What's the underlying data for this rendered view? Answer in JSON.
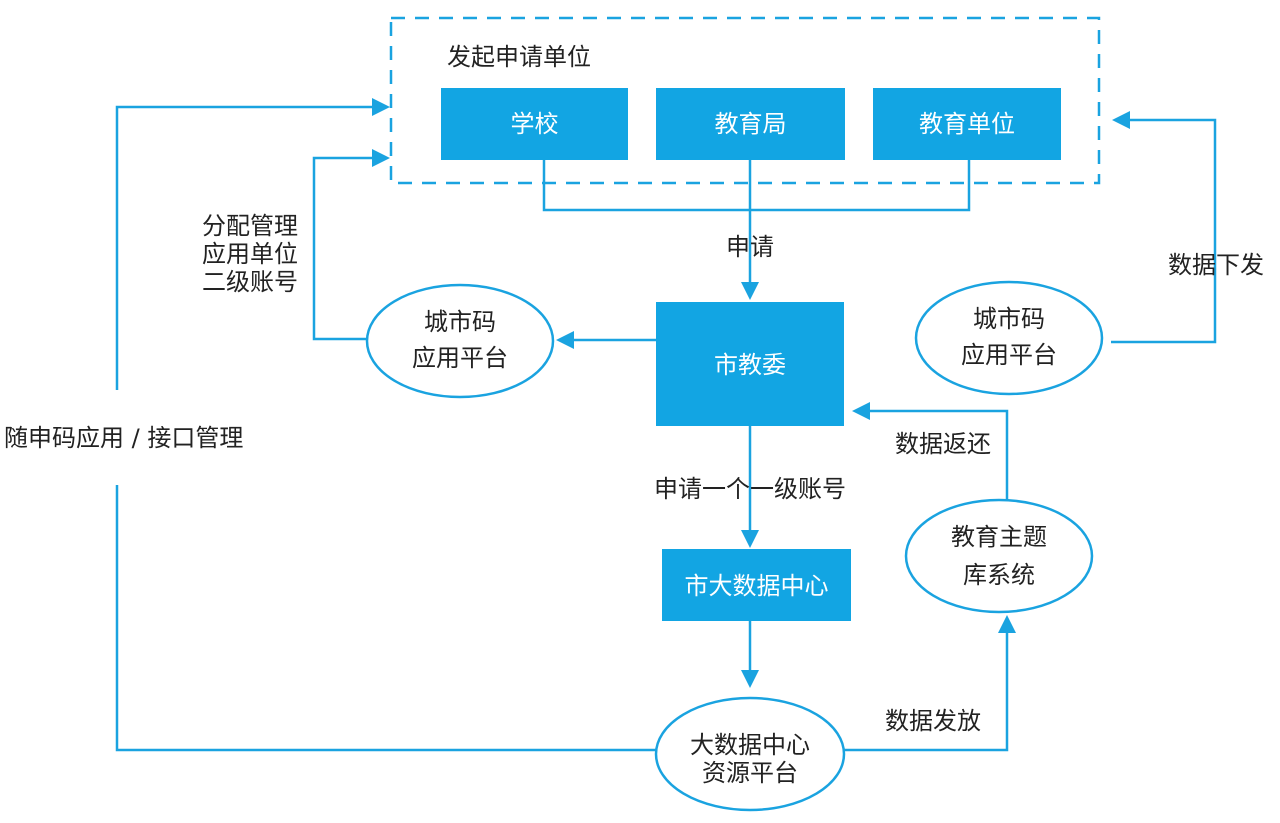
{
  "group_title": "发起申请单位",
  "nodes": {
    "school": "学校",
    "edu_bureau": "教育局",
    "edu_unit": "教育单位",
    "city_edu_committee": "市教委",
    "city_bigdata_center": "市大数据中心",
    "city_code_left": [
      "城市码",
      "应用平台"
    ],
    "city_code_right": [
      "城市码",
      "应用平台"
    ],
    "edu_theme_db": [
      "教育主题",
      "库系统"
    ],
    "bigdata_resource": [
      "大数据中心",
      "资源平台"
    ]
  },
  "edge_labels": {
    "apply": "申请",
    "apply_account": "申请一个一级账号",
    "assign_manage": [
      "分配管理",
      "应用单位",
      "二级账号"
    ],
    "data_distribute": "数据下发",
    "data_return": "数据返还",
    "data_release": "数据发放",
    "app_interface_manage": "随申码应用 / 接口管理"
  },
  "colors": {
    "accent": "#12a5e3",
    "line": "#1aa3e0",
    "text": "#222222"
  }
}
